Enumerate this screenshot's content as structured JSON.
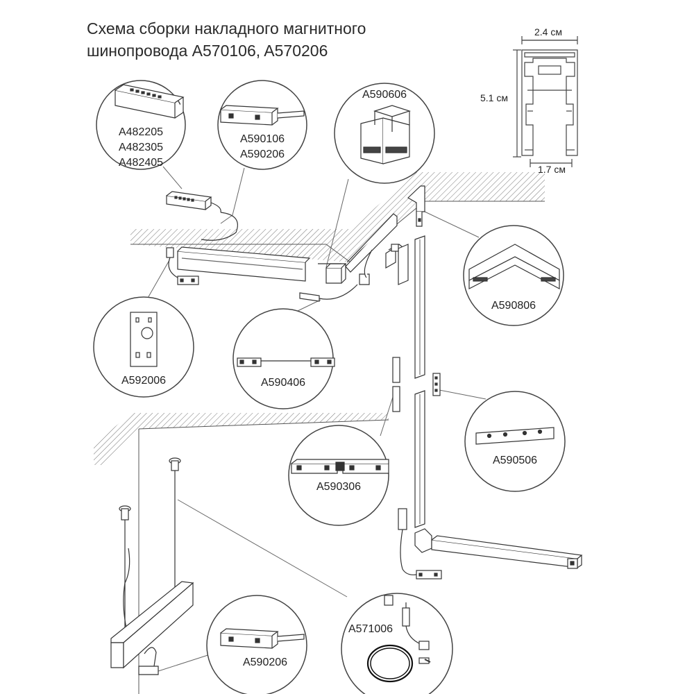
{
  "title": {
    "line1": "Схема  сборки накладного магнитного",
    "line2": "шинопровода A570106, A570206"
  },
  "profile": {
    "width_top": "2.4 см",
    "height": "5.1 см",
    "width_bottom": "1.7 см"
  },
  "callouts": {
    "driver": [
      "A482205",
      "A482305",
      "A482405"
    ],
    "connector_top": [
      "A590106",
      "A590206"
    ],
    "corner_vertical": "A590606",
    "corner_horizontal": "A590806",
    "mounting_plate": "A592006",
    "flexible_connector": "A590406",
    "straight_connector": "A590306",
    "flat_plate": "A590506",
    "suspension_kit": "A571006",
    "connector_bottom": "A590206"
  }
}
